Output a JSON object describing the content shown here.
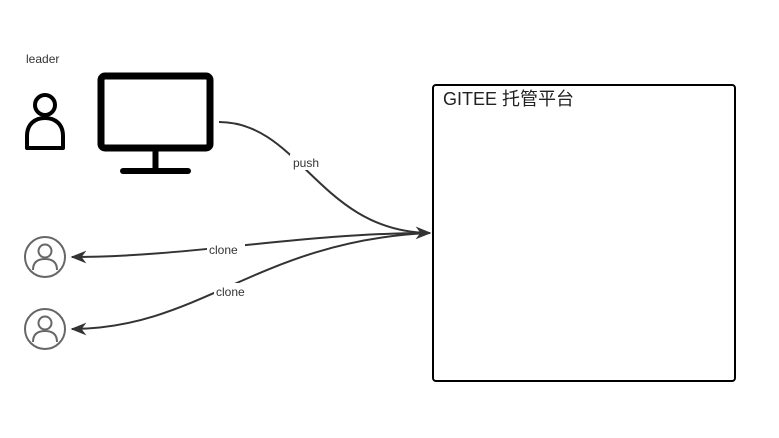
{
  "diagram": {
    "leader_label": "leader",
    "platform_title": "GITEE 托管平台",
    "edges": {
      "push": "push",
      "clone_1": "clone",
      "clone_2": "clone"
    },
    "icons": {
      "leader": "person-outline-icon",
      "computer": "monitor-icon",
      "member_1": "user-circle-icon",
      "member_2": "user-circle-icon"
    },
    "colors": {
      "stroke": "#000000",
      "edge": "#333333",
      "member_icon": "#666666",
      "background": "#ffffff"
    }
  }
}
